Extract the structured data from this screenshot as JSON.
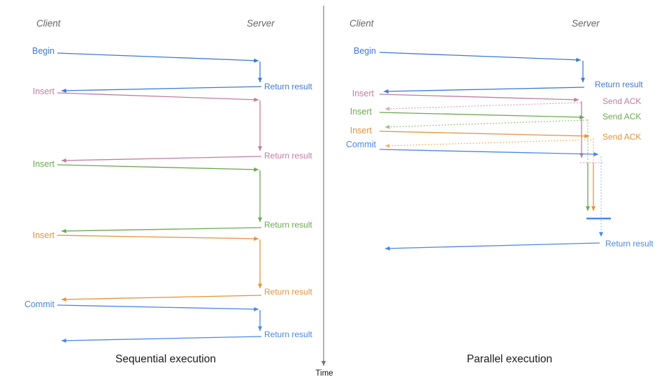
{
  "palette": {
    "blue_begin": "#3c78d8",
    "blue_commit": "#4a86e8",
    "blue_light": "#a4c2f4",
    "pink": "#c27ba0",
    "pink_light": "#d5a6bd",
    "green": "#6aa84f",
    "green_light": "#93c47d",
    "orange": "#e69138",
    "orange_light": "#f6b26b",
    "axis": "#757575",
    "header_text": "#666666",
    "caption_text": "#1a1a1a",
    "time_text": "#111111"
  },
  "axis": {
    "time_label": "Time"
  },
  "sequential": {
    "client_header": "Client",
    "server_header": "Server",
    "caption": "Sequential execution",
    "ops": [
      {
        "label": "Begin",
        "response": "Return result"
      },
      {
        "label": "Insert",
        "response": "Return result"
      },
      {
        "label": "Insert",
        "response": "Return result"
      },
      {
        "label": "Insert",
        "response": "Return result"
      },
      {
        "label": "Commit",
        "response": "Return result"
      }
    ]
  },
  "parallel": {
    "client_header": "Client",
    "server_header": "Server",
    "caption": "Parallel execution",
    "ops": [
      {
        "label": "Begin",
        "response": "Return result"
      },
      {
        "label": "Insert",
        "response": "Send ACK"
      },
      {
        "label": "Insert",
        "response": "Send ACK"
      },
      {
        "label": "Insert",
        "response": "Send ACK"
      },
      {
        "label": "Commit",
        "response": "Return result"
      }
    ]
  }
}
